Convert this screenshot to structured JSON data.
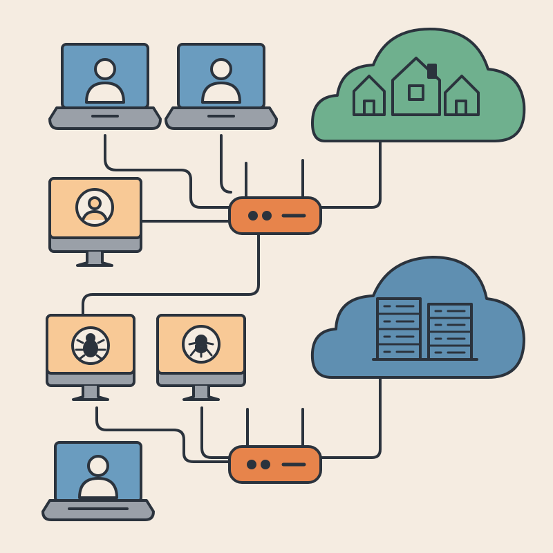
{
  "colors": {
    "background": "#f5ece1",
    "stroke": "#2b333d",
    "laptop_screen": "#6a9cbf",
    "laptop_base": "#9aa0a8",
    "monitor_screen": "#f8c996",
    "monitor_bezel": "#9aa0a8",
    "router": "#e7844b",
    "cloud_home": "#6fb08e",
    "cloud_server": "#5f8fb1",
    "icon_light": "#f5ece1"
  },
  "nodes": [
    {
      "id": "laptop-user-1",
      "kind": "laptop",
      "icon": "user-icon"
    },
    {
      "id": "laptop-user-2",
      "kind": "laptop",
      "icon": "user-icon"
    },
    {
      "id": "monitor-user",
      "kind": "monitor",
      "icon": "user-circle-icon"
    },
    {
      "id": "router-top",
      "kind": "router",
      "icon": "router-icon"
    },
    {
      "id": "cloud-home",
      "kind": "cloud",
      "icon": "houses-icon"
    },
    {
      "id": "monitor-malware-1",
      "kind": "monitor",
      "icon": "bug-icon"
    },
    {
      "id": "monitor-malware-2",
      "kind": "monitor",
      "icon": "virus-icon"
    },
    {
      "id": "laptop-user-3",
      "kind": "laptop",
      "icon": "user-icon"
    },
    {
      "id": "router-bottom",
      "kind": "router",
      "icon": "router-icon"
    },
    {
      "id": "cloud-server",
      "kind": "cloud",
      "icon": "server-rack-icon"
    }
  ],
  "links": [
    [
      "laptop-user-1",
      "router-top"
    ],
    [
      "laptop-user-2",
      "router-top"
    ],
    [
      "monitor-user",
      "router-top"
    ],
    [
      "router-top",
      "cloud-home"
    ],
    [
      "router-top",
      "monitor-malware-1"
    ],
    [
      "monitor-malware-1",
      "router-bottom"
    ],
    [
      "monitor-malware-2",
      "router-bottom"
    ],
    [
      "router-bottom",
      "cloud-server"
    ]
  ]
}
